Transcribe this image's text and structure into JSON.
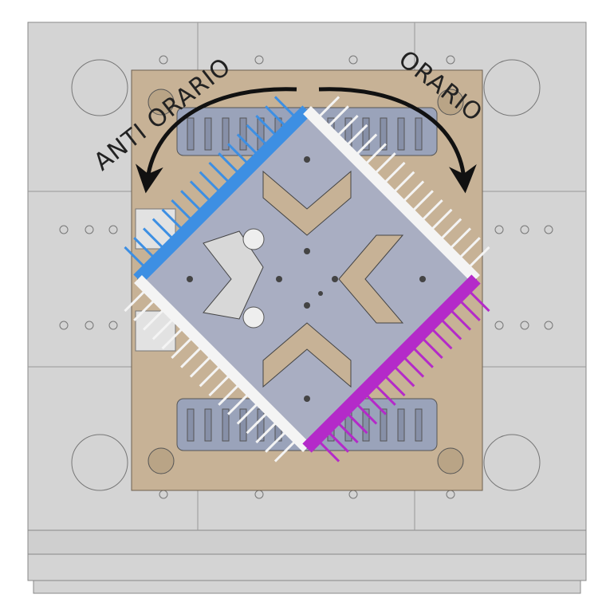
{
  "labels": {
    "counterclockwise": "ANTI ORARIO",
    "clockwise": "ORARIO"
  },
  "colors": {
    "base_plate": "#d4d4d4",
    "mold_plate": "#c7b296",
    "clamp_blocks": "#9aa3ba",
    "rotating_plate": "#a9aec2",
    "edge_blue": "#3d8fe3",
    "edge_magenta": "#b42ac9",
    "edge_white": "#f4f4f4",
    "arrow": "#111111"
  },
  "icons": {
    "counterclockwise_arrow": "curved-arrow-left",
    "clockwise_arrow": "curved-arrow-right"
  }
}
